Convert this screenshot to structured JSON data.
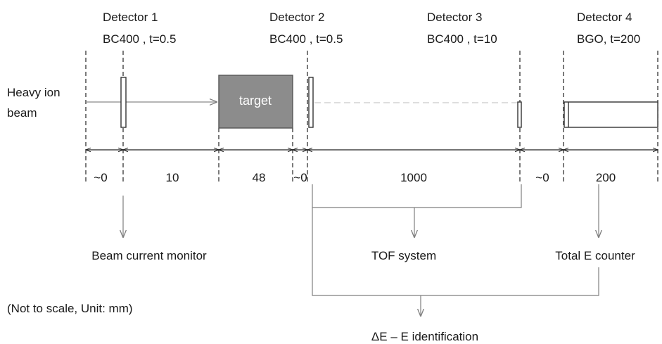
{
  "detectors": [
    {
      "name": "Detector 1",
      "spec": "BC400 , t=0.5"
    },
    {
      "name": "Detector 2",
      "spec": "BC400 , t=0.5"
    },
    {
      "name": "Detector 3",
      "spec": "BC400 , t=10"
    },
    {
      "name": "Detector 4",
      "spec": "BGO, t=200"
    }
  ],
  "beam": {
    "line1": "Heavy ion",
    "line2": "beam"
  },
  "target": {
    "label": "target"
  },
  "distances": [
    "~0",
    "10",
    "48",
    "~0",
    "1000",
    "~0",
    "200"
  ],
  "systems": {
    "beam_monitor": "Beam current monitor",
    "tof": "TOF system",
    "total_e": "Total E counter",
    "de_e": "ΔE – E identification"
  },
  "note": "(Not to scale, Unit: mm)",
  "colors": {
    "target_fill": "#8c8c8c",
    "line": "#7f7f7f",
    "dashed_beam": "#d4d4d4",
    "text": "#1a1a1a"
  }
}
